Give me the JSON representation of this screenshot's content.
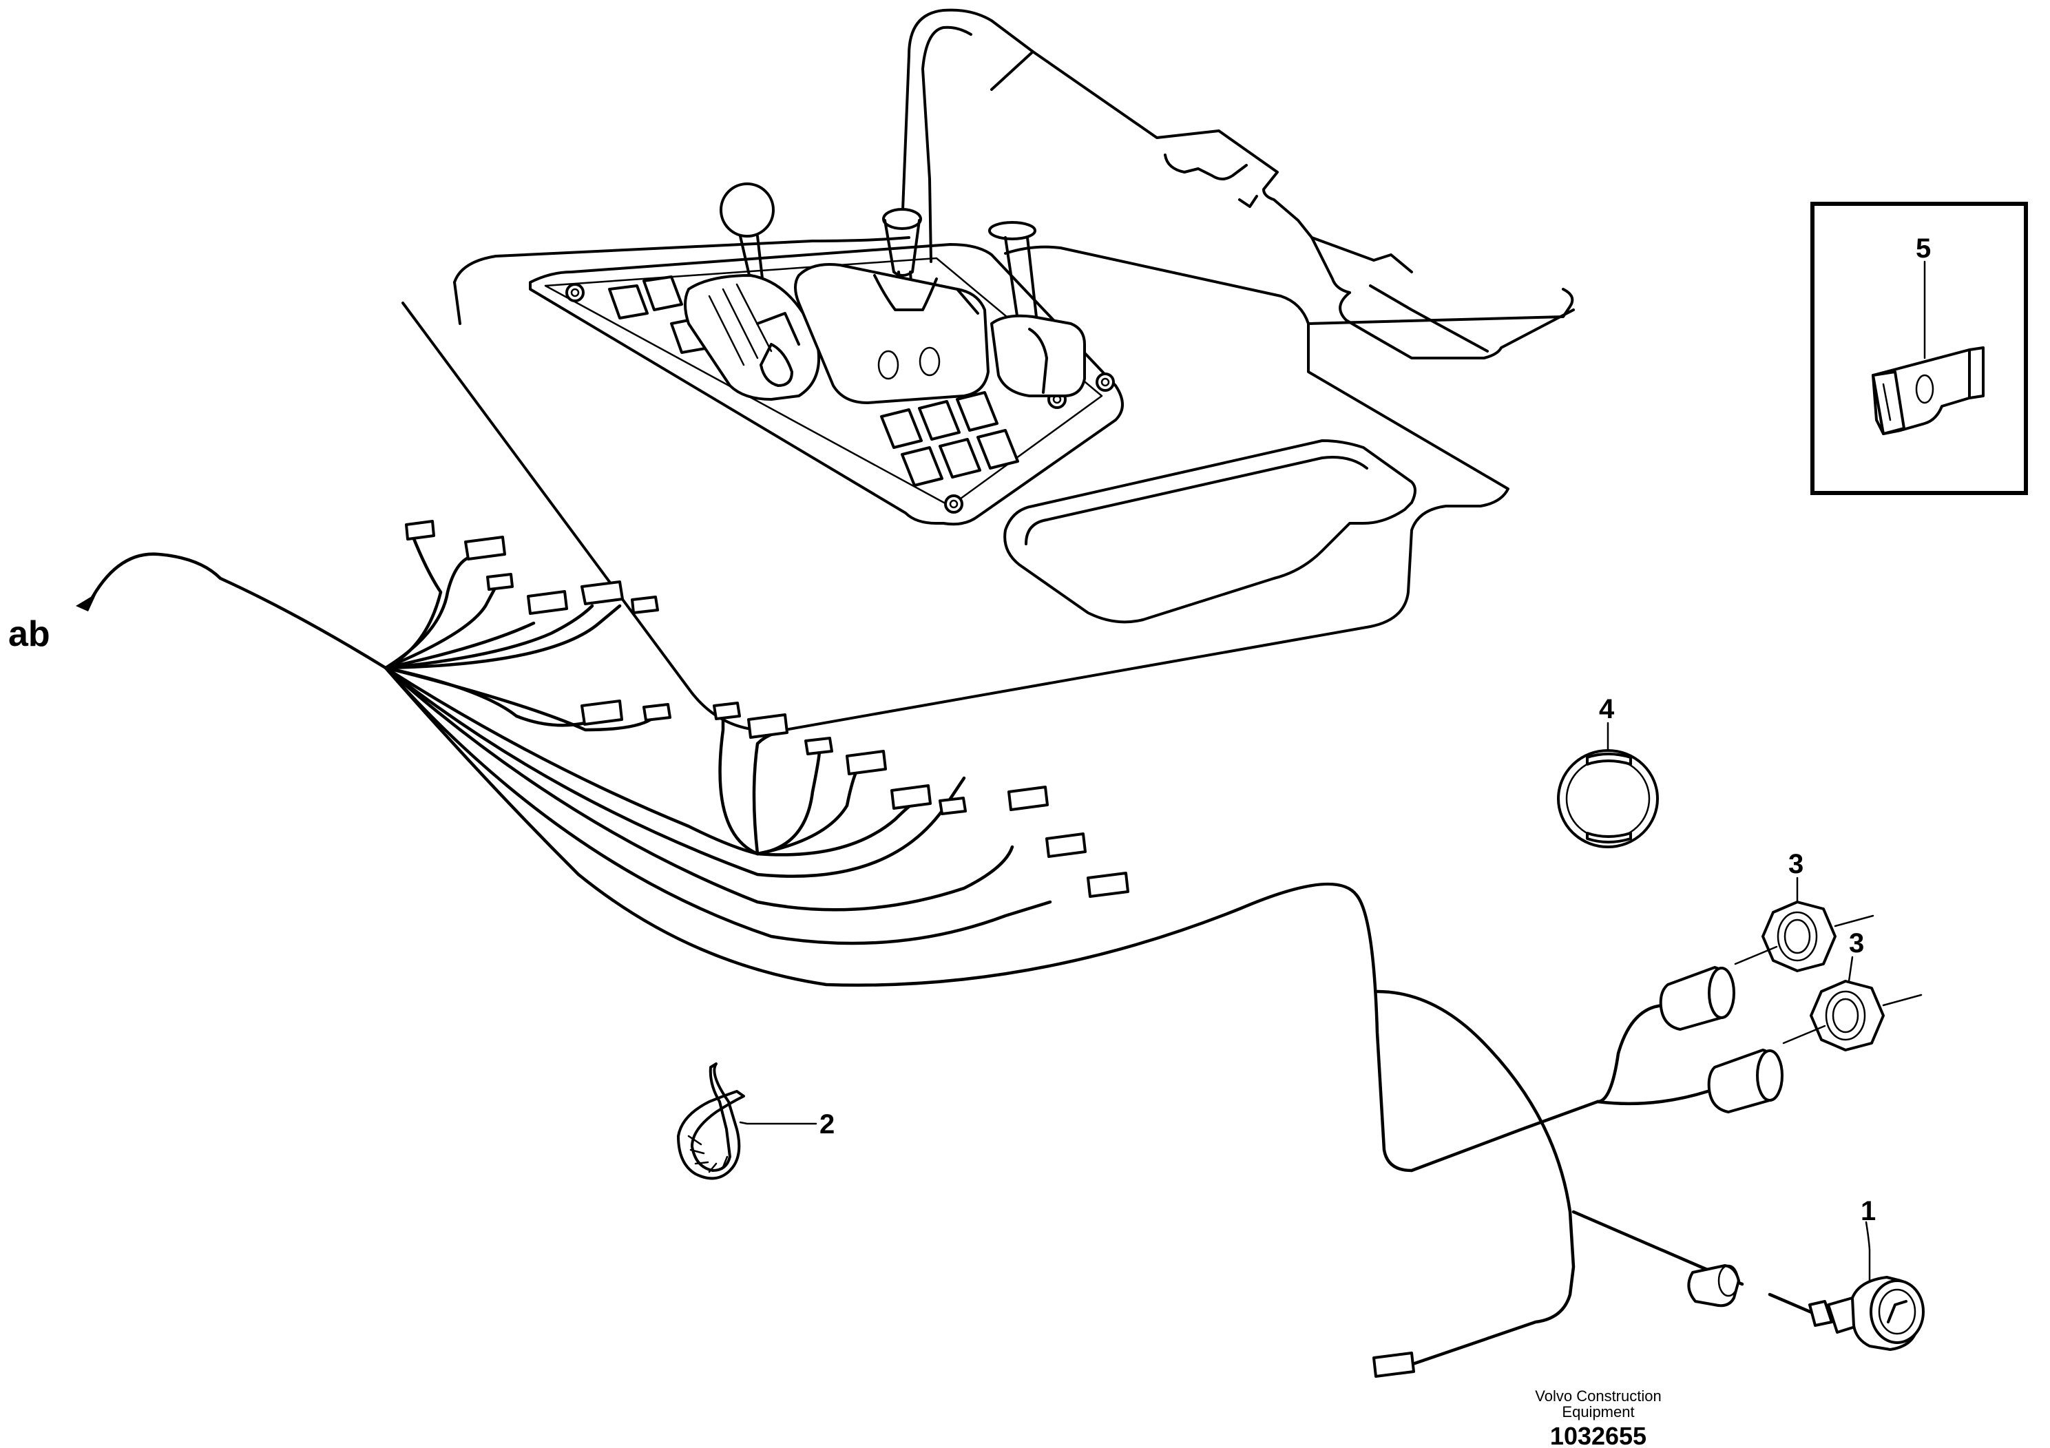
{
  "callouts": {
    "c1": "1",
    "c2": "2",
    "c3a": "3",
    "c3b": "3",
    "c4": "4",
    "c5": "5",
    "ab": "ab"
  },
  "footer": {
    "company_line1": "Volvo Construction",
    "company_line2": "Equipment",
    "drawing_number": "1032655"
  }
}
